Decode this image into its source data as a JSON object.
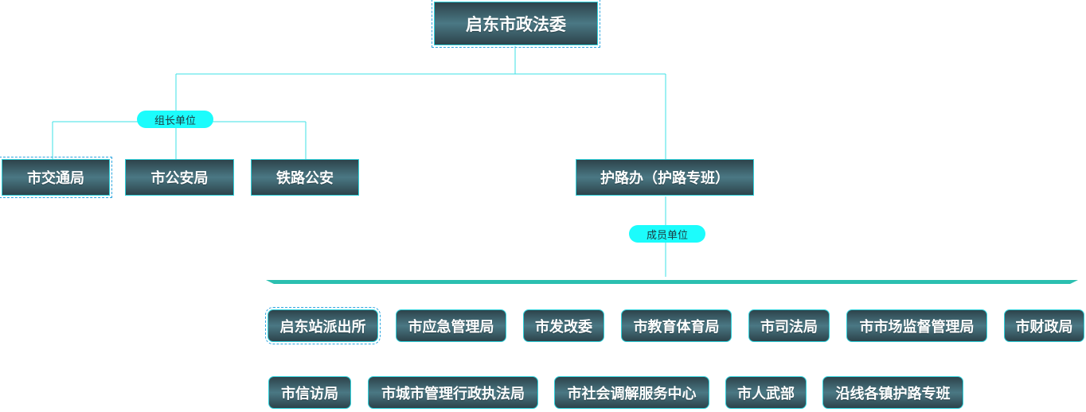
{
  "root": "启东市政法委",
  "leader_group": {
    "tag": "组长单位",
    "units": [
      "市交通局",
      "市公安局",
      "铁路公安"
    ]
  },
  "office": "护路办（护路专班）",
  "member_group": {
    "tag": "成员单位",
    "row1": [
      "启东站派出所",
      "市应急管理局",
      "市发改委",
      "市教育体育局",
      "市司法局",
      "市市场监督管理局",
      "市财政局"
    ],
    "row2": [
      "市信访局",
      "市城市管理行政执法局",
      "市社会调解服务中心",
      "市人武部",
      "沿线各镇护路专班"
    ]
  },
  "colors": {
    "box_dark": "#2d434b",
    "box_light": "#4a7884",
    "box_border": "#2fd2dc",
    "connector": "#3ee0e6",
    "tag_fill": "#1cfcfc",
    "divider_bar": "#2bbfb0"
  }
}
